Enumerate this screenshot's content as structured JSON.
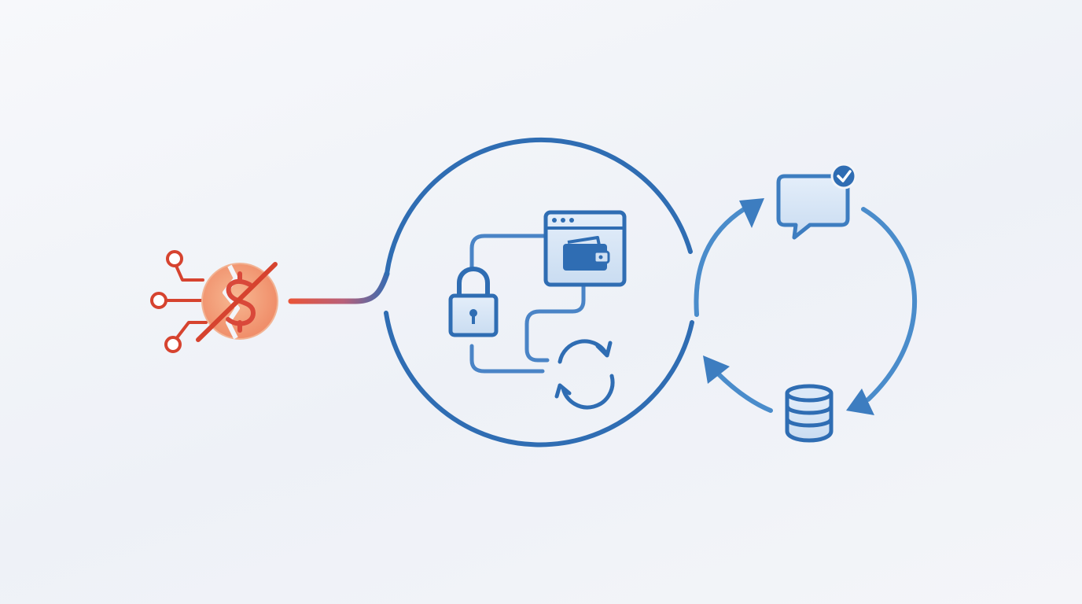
{
  "diagram": {
    "nodes": [
      {
        "id": "broken-crypto",
        "icon": "broken-coin-circuit-icon"
      },
      {
        "id": "secure-hub",
        "icon": "hub-circle"
      },
      {
        "id": "padlock",
        "icon": "padlock-icon"
      },
      {
        "id": "wallet-browser",
        "icon": "browser-wallet-icon"
      },
      {
        "id": "sync",
        "icon": "sync-arrows-icon"
      },
      {
        "id": "message",
        "icon": "verified-chat-bubble-icon"
      },
      {
        "id": "database",
        "icon": "database-icon"
      }
    ],
    "edges": [
      {
        "from": "broken-crypto",
        "to": "secure-hub"
      },
      {
        "from": "secure-hub",
        "to": "message"
      },
      {
        "from": "message",
        "to": "database"
      },
      {
        "from": "database",
        "to": "secure-hub"
      }
    ]
  },
  "colors": {
    "background": "#f3f5f9",
    "primary_blue": "#2f6db3",
    "light_blue": "#4a8ccb",
    "fill_blue": "#cfe0f3",
    "alert_red": "#d6432f",
    "alert_orange": "#f0a07c"
  }
}
